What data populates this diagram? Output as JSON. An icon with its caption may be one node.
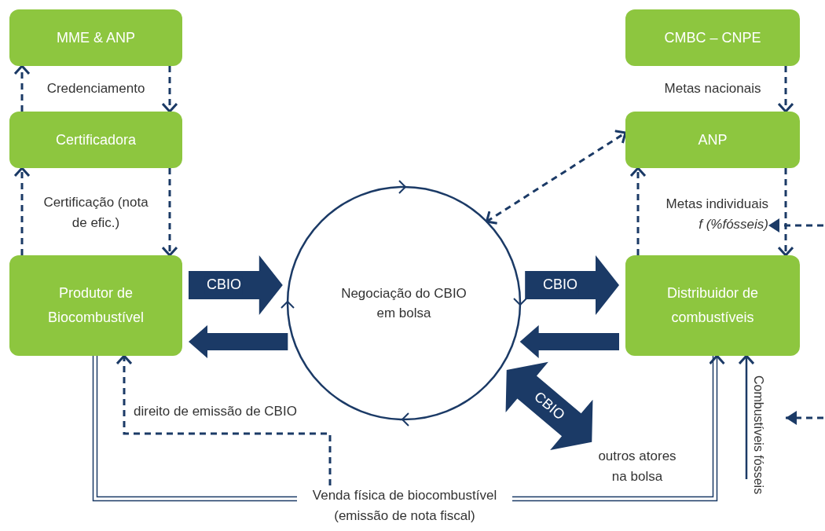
{
  "diagram": {
    "nodes": [
      {
        "text": [
          "MME & ANP"
        ]
      },
      {
        "text": [
          "Certificadora"
        ]
      },
      {
        "text": [
          "Produtor de Biocombustível"
        ]
      },
      {
        "text": [
          "CMBC – CNPE"
        ]
      },
      {
        "text": [
          "ANP"
        ]
      },
      {
        "text": [
          "Distribuidor de combustíveis"
        ]
      },
      {
        "text": [
          "Negociação do CBIO em bolsa"
        ]
      },
      {
        "text": [
          "outros atores na bolsa"
        ]
      },
      {
        "text": [
          "Venda física de biocombustível (emissão de nota fiscal)"
        ]
      },
      {
        "text": [
          "Metas individuais *f (%fósseis)*"
        ]
      },
      {
        "text": [
          "Combustíveis fósseis"
        ]
      }
    ],
    "edges": [
      {
        "from": 1,
        "to": 0,
        "arrow": "to",
        "style": "dashed"
      },
      {
        "from": 0,
        "to": 1,
        "arrow": "to",
        "style": "dashed"
      },
      {
        "from": 2,
        "to": 1,
        "arrow": "to",
        "style": "dashed"
      },
      {
        "from": 1,
        "to": 2,
        "arrow": "to",
        "style": "dashed"
      },
      {
        "from": 3,
        "to": 4,
        "arrow": "to",
        "style": "dashed"
      },
      {
        "from": 5,
        "to": 4,
        "arrow": "to",
        "style": "dashed"
      },
      {
        "from": 4,
        "to": 5,
        "arrow": "to",
        "style": "dashed"
      },
      {
        "from": 6,
        "to": 4,
        "arrow": "both",
        "style": "dashed"
      },
      {
        "from": 2,
        "to": 6,
        "arrow": "to",
        "style": "thick",
        "label": "CBIO"
      },
      {
        "from": 6,
        "to": 2,
        "arrow": "to",
        "style": "thick"
      },
      {
        "from": 6,
        "to": 5,
        "arrow": "to",
        "style": "thick",
        "label": "CBIO"
      },
      {
        "from": 5,
        "to": 6,
        "arrow": "to",
        "style": "thick"
      },
      {
        "from": 6,
        "to": 7,
        "arrow": "both",
        "style": "thick",
        "label": "CBIO"
      },
      {
        "from": 2,
        "to": 8,
        "arrow": "none"
      },
      {
        "from": 8,
        "to": 5,
        "arrow": "to"
      },
      {
        "from": 8,
        "to": 2,
        "arrow": "to",
        "style": "dashed",
        "label": "direito de emissão de CBIO"
      },
      {
        "from": 10,
        "to": 5,
        "arrow": "to"
      },
      {
        "from": null,
        "to": 9,
        "arrow": "to",
        "style": "dashed"
      },
      {
        "from": null,
        "to": 10,
        "arrow": "to",
        "style": "dashed"
      }
    ],
    "labels": [
      "Credenciamento",
      "Certificação (nota de efic.)",
      "Metas nacionais"
    ]
  }
}
